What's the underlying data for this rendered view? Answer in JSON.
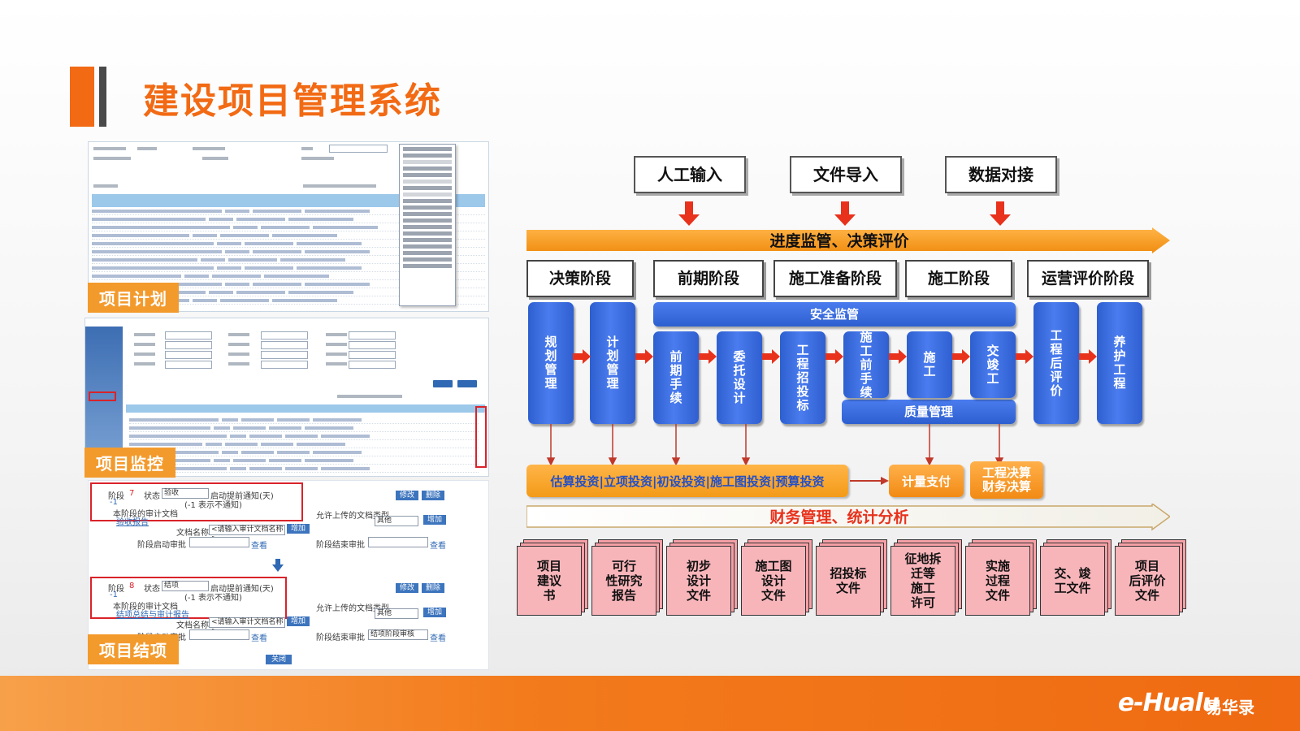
{
  "title": "建设项目管理系统",
  "screenshots": {
    "plan_tag": "项目计划",
    "monitor_tag": "项目监控",
    "close_tag": "项目结项",
    "form1": {
      "stage_label": "阶段",
      "stage_no": "7",
      "status_label": "状态",
      "status_value": "验收",
      "notice_label": "启动提前通知(天)",
      "notice_value": "-1",
      "notice_hint": "(-1 表示不通知)",
      "doc_group": "本阶段的审计文档",
      "doc_link": "验收报告",
      "allowed_group": "允许上传的文档类型",
      "allowed_value": "其他",
      "add_btn": "增加",
      "doc_name_label": "文档名称:",
      "doc_name_placeholder": "<请输入审计文档名称>",
      "start_approve": "阶段启动审批",
      "end_approve": "阶段结束审批",
      "view": "查看",
      "modify": "修改",
      "delete": "删除"
    },
    "form2": {
      "stage_label": "阶段",
      "stage_no": "8",
      "status_label": "状态",
      "status_value": "结项",
      "notice_label": "启动提前通知(天)",
      "notice_value": "-1",
      "notice_hint": "(-1 表示不通知)",
      "doc_group": "本阶段的审计文档",
      "doc_link": "结项总结与审计报告",
      "allowed_group": "允许上传的文档类型",
      "allowed_value": "其他",
      "add_btn": "增加",
      "doc_name_label": "文档名称:",
      "doc_name_placeholder": "<请输入审计文档名称>",
      "start_approve": "阶段启动审批",
      "end_approve": "阶段结束审批",
      "end_value": "结项阶段审核",
      "view": "查看",
      "modify": "修改",
      "delete": "删除",
      "close_btn": "关闭"
    }
  },
  "diagram": {
    "inputs": [
      "人工输入",
      "文件导入",
      "数据对接"
    ],
    "top_banner": "进度监管、决策评价",
    "phases": [
      "决策阶段",
      "前期阶段",
      "施工准备阶段",
      "施工阶段",
      "运营评价阶段"
    ],
    "safety": "安全监管",
    "quality": "质量管理",
    "steps": [
      "规划管理",
      "计划管理",
      "前期手续",
      "委托设计",
      "工程招投标",
      "施工前手续",
      "施工",
      "交竣工",
      "工程后评价",
      "养护工程"
    ],
    "invest_bar": "估算投资|立项投资|初设投资|施工图投资|预算投资",
    "payment": "计量支付",
    "settlement_1": "工程决算",
    "settlement_2": "财务决算",
    "bottom_banner": "财务管理、统计分析",
    "docs": [
      [
        "项目",
        "建议",
        "书"
      ],
      [
        "可行",
        "性研究",
        "报告"
      ],
      [
        "初步",
        "设计",
        "文件"
      ],
      [
        "施工图",
        "设计",
        "文件"
      ],
      [
        "招投标",
        "文件"
      ],
      [
        "征地拆",
        "迁等",
        "施工",
        "许可"
      ],
      [
        "实施",
        "过程",
        "文件"
      ],
      [
        "交、竣",
        "工文件"
      ],
      [
        "项目",
        "后评价",
        "文件"
      ]
    ],
    "colors": {
      "orange": "#f39a18",
      "blue": "#3467d8",
      "red": "#e8321c",
      "pink": "#f7b5ba"
    }
  },
  "footer": {
    "logo": "e-Hualu",
    "logo_cn": "易华录"
  }
}
